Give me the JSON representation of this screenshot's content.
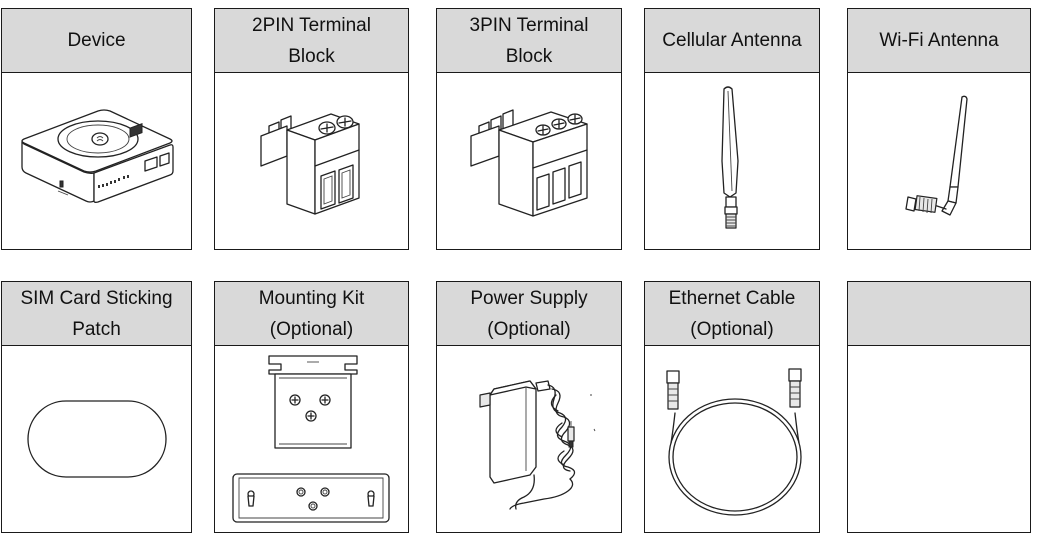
{
  "items": [
    {
      "title": "Device",
      "icon": "router-device-icon"
    },
    {
      "title": "2PIN Terminal Block",
      "icon": "2pin-terminal-block-icon"
    },
    {
      "title": "3PIN Terminal Block",
      "icon": "3pin-terminal-block-icon"
    },
    {
      "title": "Cellular Antenna",
      "icon": "cellular-antenna-icon"
    },
    {
      "title": "Wi-Fi Antenna",
      "icon": "wifi-antenna-icon"
    },
    {
      "title": "SIM Card Sticking Patch",
      "icon": "sim-sticking-patch-icon"
    },
    {
      "title": "Mounting Kit (Optional)",
      "icon": "mounting-kit-icon"
    },
    {
      "title": "Power Supply (Optional)",
      "icon": "power-supply-icon"
    },
    {
      "title": "Ethernet Cable (Optional)",
      "icon": "ethernet-cable-icon"
    },
    {
      "title": "",
      "icon": ""
    }
  ],
  "labels": {
    "item0": {
      "line1": "Device",
      "line2": ""
    },
    "item1": {
      "line1": "2PIN Terminal",
      "line2": "Block"
    },
    "item2": {
      "line1": "3PIN Terminal",
      "line2": "Block"
    },
    "item3": {
      "line1": "Cellular Antenna",
      "line2": ""
    },
    "item4": {
      "line1": "Wi-Fi Antenna",
      "line2": ""
    },
    "item5": {
      "line1": "SIM Card Sticking",
      "line2": "Patch"
    },
    "item6": {
      "line1": "Mounting Kit",
      "line2": "(Optional)"
    },
    "item7": {
      "line1": "Power Supply",
      "line2": "(Optional)"
    },
    "item8": {
      "line1": "Ethernet Cable",
      "line2": "(Optional)"
    },
    "item9": {
      "line1": "",
      "line2": ""
    }
  }
}
